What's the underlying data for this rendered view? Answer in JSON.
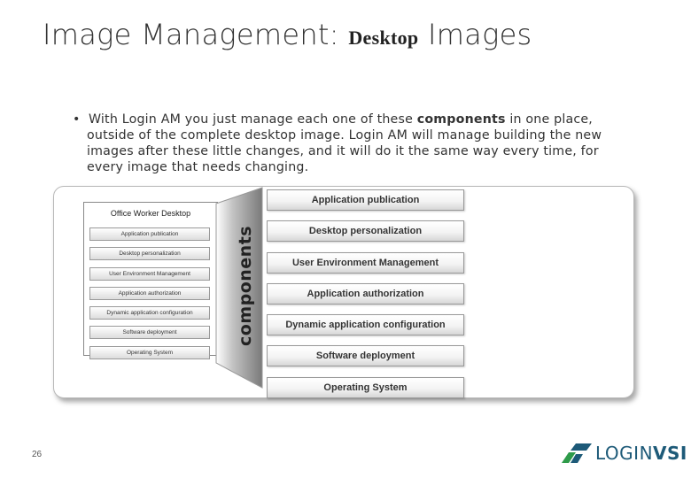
{
  "slide": {
    "title_prefix": "Image Management:",
    "title_highlight": "Desktop",
    "title_suffix": "Images",
    "bullet": {
      "part1": "With Login AM you just manage each one of these",
      "bold": "components",
      "part2": "in one place, outside of the complete desktop image. Login AM will manage building the new images after these little changes, and it will do it the same way every time, for every image that needs changing."
    },
    "page_number": "26"
  },
  "diagram": {
    "desktop_title": "Office Worker Desktop",
    "mini_items": [
      "Application publication",
      "Desktop personalization",
      "User Environment Management",
      "Application authorization",
      "Dynamic application configuration",
      "Software deployment",
      "Operating System"
    ],
    "vertical_label": "components",
    "components": [
      "Application publication",
      "Desktop personalization",
      "User Environment Management",
      "Application authorization",
      "Dynamic application configuration",
      "Software deployment",
      "Operating System"
    ]
  },
  "logo": {
    "text_login": "LOGIN",
    "text_vsi": "VSI",
    "colors": {
      "green": "#2e9b4a",
      "blue": "#1d5a78"
    }
  }
}
